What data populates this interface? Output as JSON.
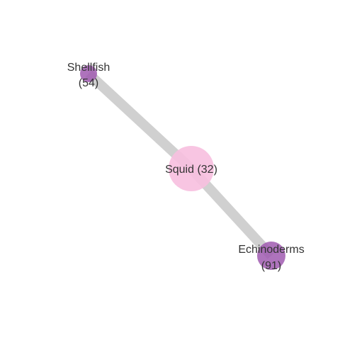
{
  "graph": {
    "nodes": [
      {
        "id": "shellfish",
        "name": "Shellfish",
        "value": "(54)",
        "color": "#a05bb0"
      },
      {
        "id": "squid",
        "name": "Squid (32)",
        "value": "",
        "color": "#f7bfdf"
      },
      {
        "id": "echinoderms",
        "name": "Echinoderms",
        "value": "(91)",
        "color": "#a05bb0"
      }
    ],
    "edges": [
      {
        "from": "shellfish",
        "to": "squid",
        "color": "#d0d0d0"
      },
      {
        "from": "squid",
        "to": "echinoderms",
        "color": "#d0d0d0"
      }
    ]
  }
}
